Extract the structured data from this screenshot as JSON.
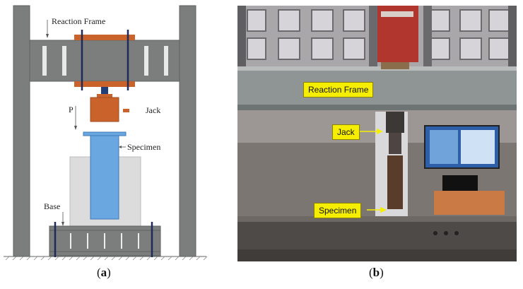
{
  "panel_a": {
    "labels": {
      "reaction_frame": "Reaction Frame",
      "p": "P",
      "jack": "Jack",
      "specimen": "Specimen",
      "base": "Base"
    },
    "caption": {
      "open": "(",
      "letter": "a",
      "close": ")"
    }
  },
  "panel_b": {
    "tags": {
      "reaction_frame": "Reaction Frame",
      "jack": "Jack",
      "specimen": "Specimen"
    },
    "caption": {
      "open": "(",
      "letter": "b",
      "close": ")"
    }
  },
  "colors": {
    "frame_gray": "#7b7e7d",
    "frame_dark": "#606362",
    "plate_orange": "#c9622b",
    "specimen_blue": "#6aa6e0",
    "rod_navy": "#1f2a5a",
    "tag_yellow": "#f5ee00"
  }
}
